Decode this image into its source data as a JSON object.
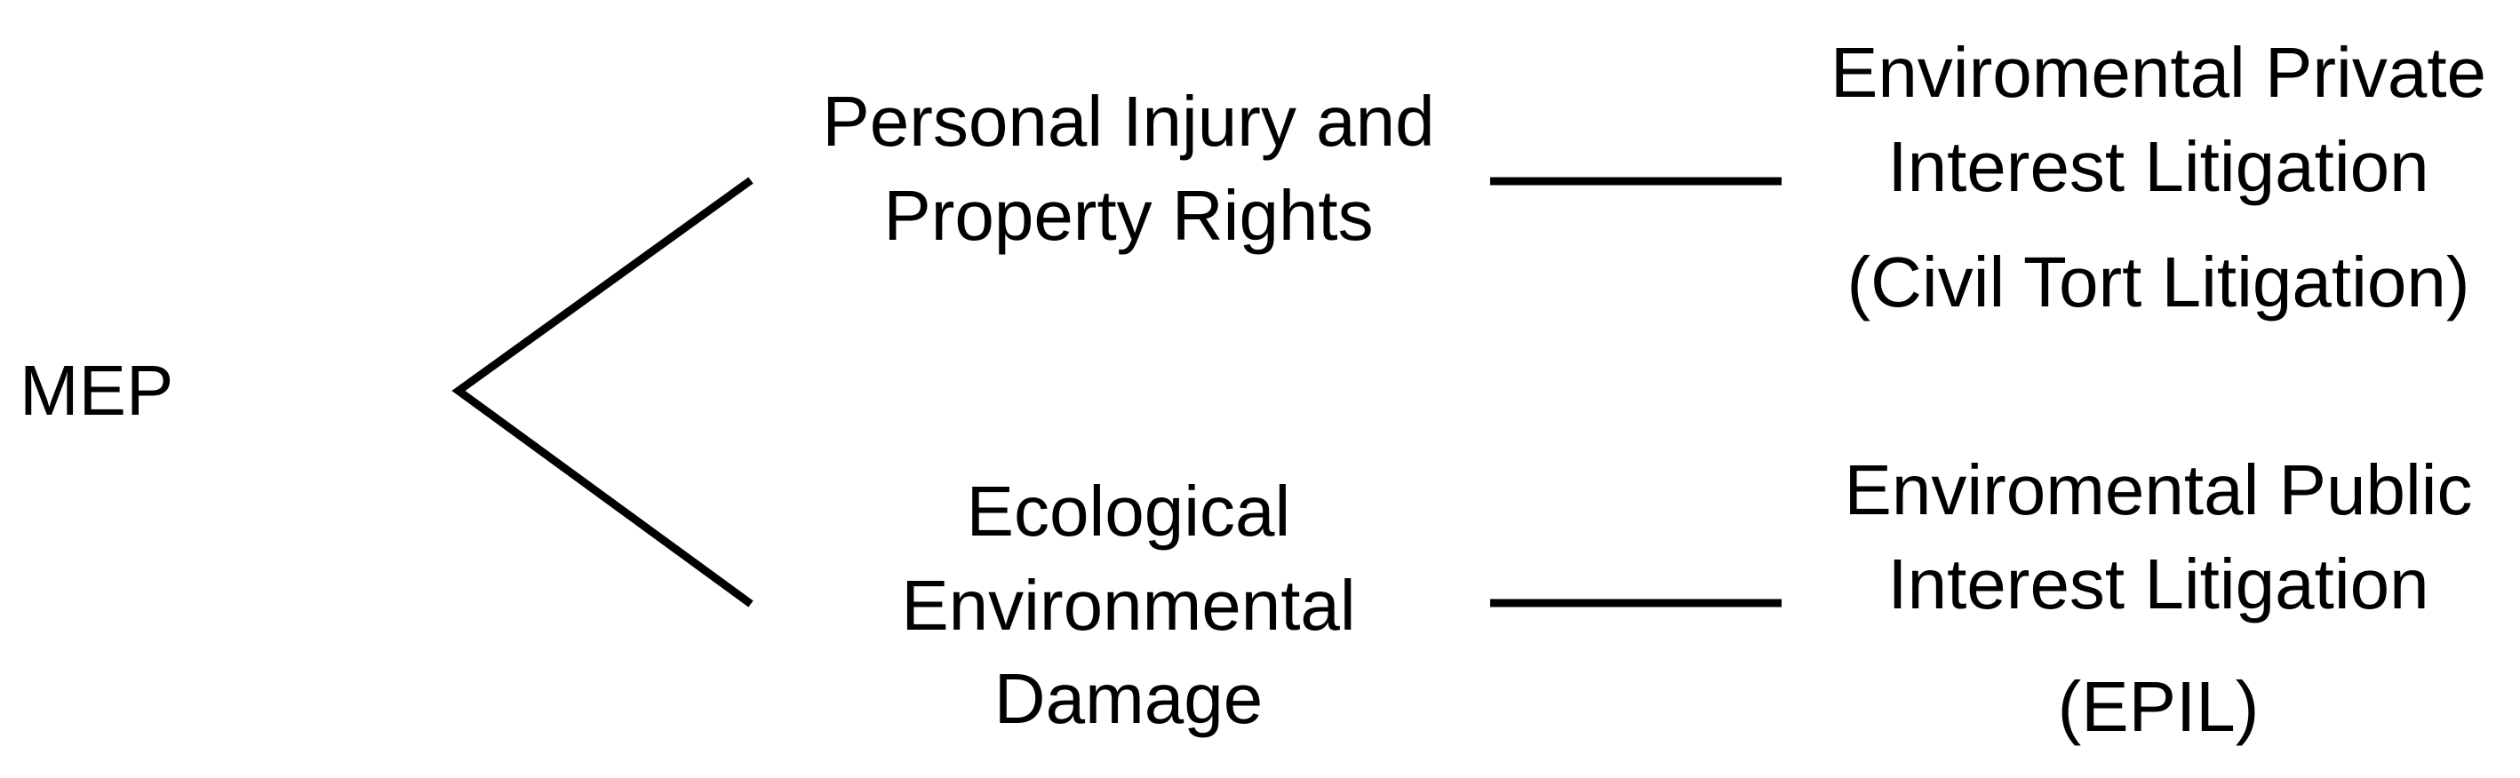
{
  "colors": {
    "text": "#000000",
    "line": "#000000",
    "background": "#ffffff"
  },
  "nodes": {
    "root": {
      "label": "MEP"
    },
    "top_cause": {
      "lines": [
        "Personal Injury and",
        "Property Rights"
      ]
    },
    "top_result": {
      "lines": [
        "Enviromental Private",
        "Interest Litigation"
      ],
      "sub": "(Civil Tort Litigation)"
    },
    "bottom_cause": {
      "lines": [
        "Ecological",
        "Environmental",
        "Damage"
      ]
    },
    "bottom_result": {
      "lines": [
        "Enviromental Public",
        "Interest Litigation"
      ],
      "sub": "(EPIL)"
    }
  }
}
